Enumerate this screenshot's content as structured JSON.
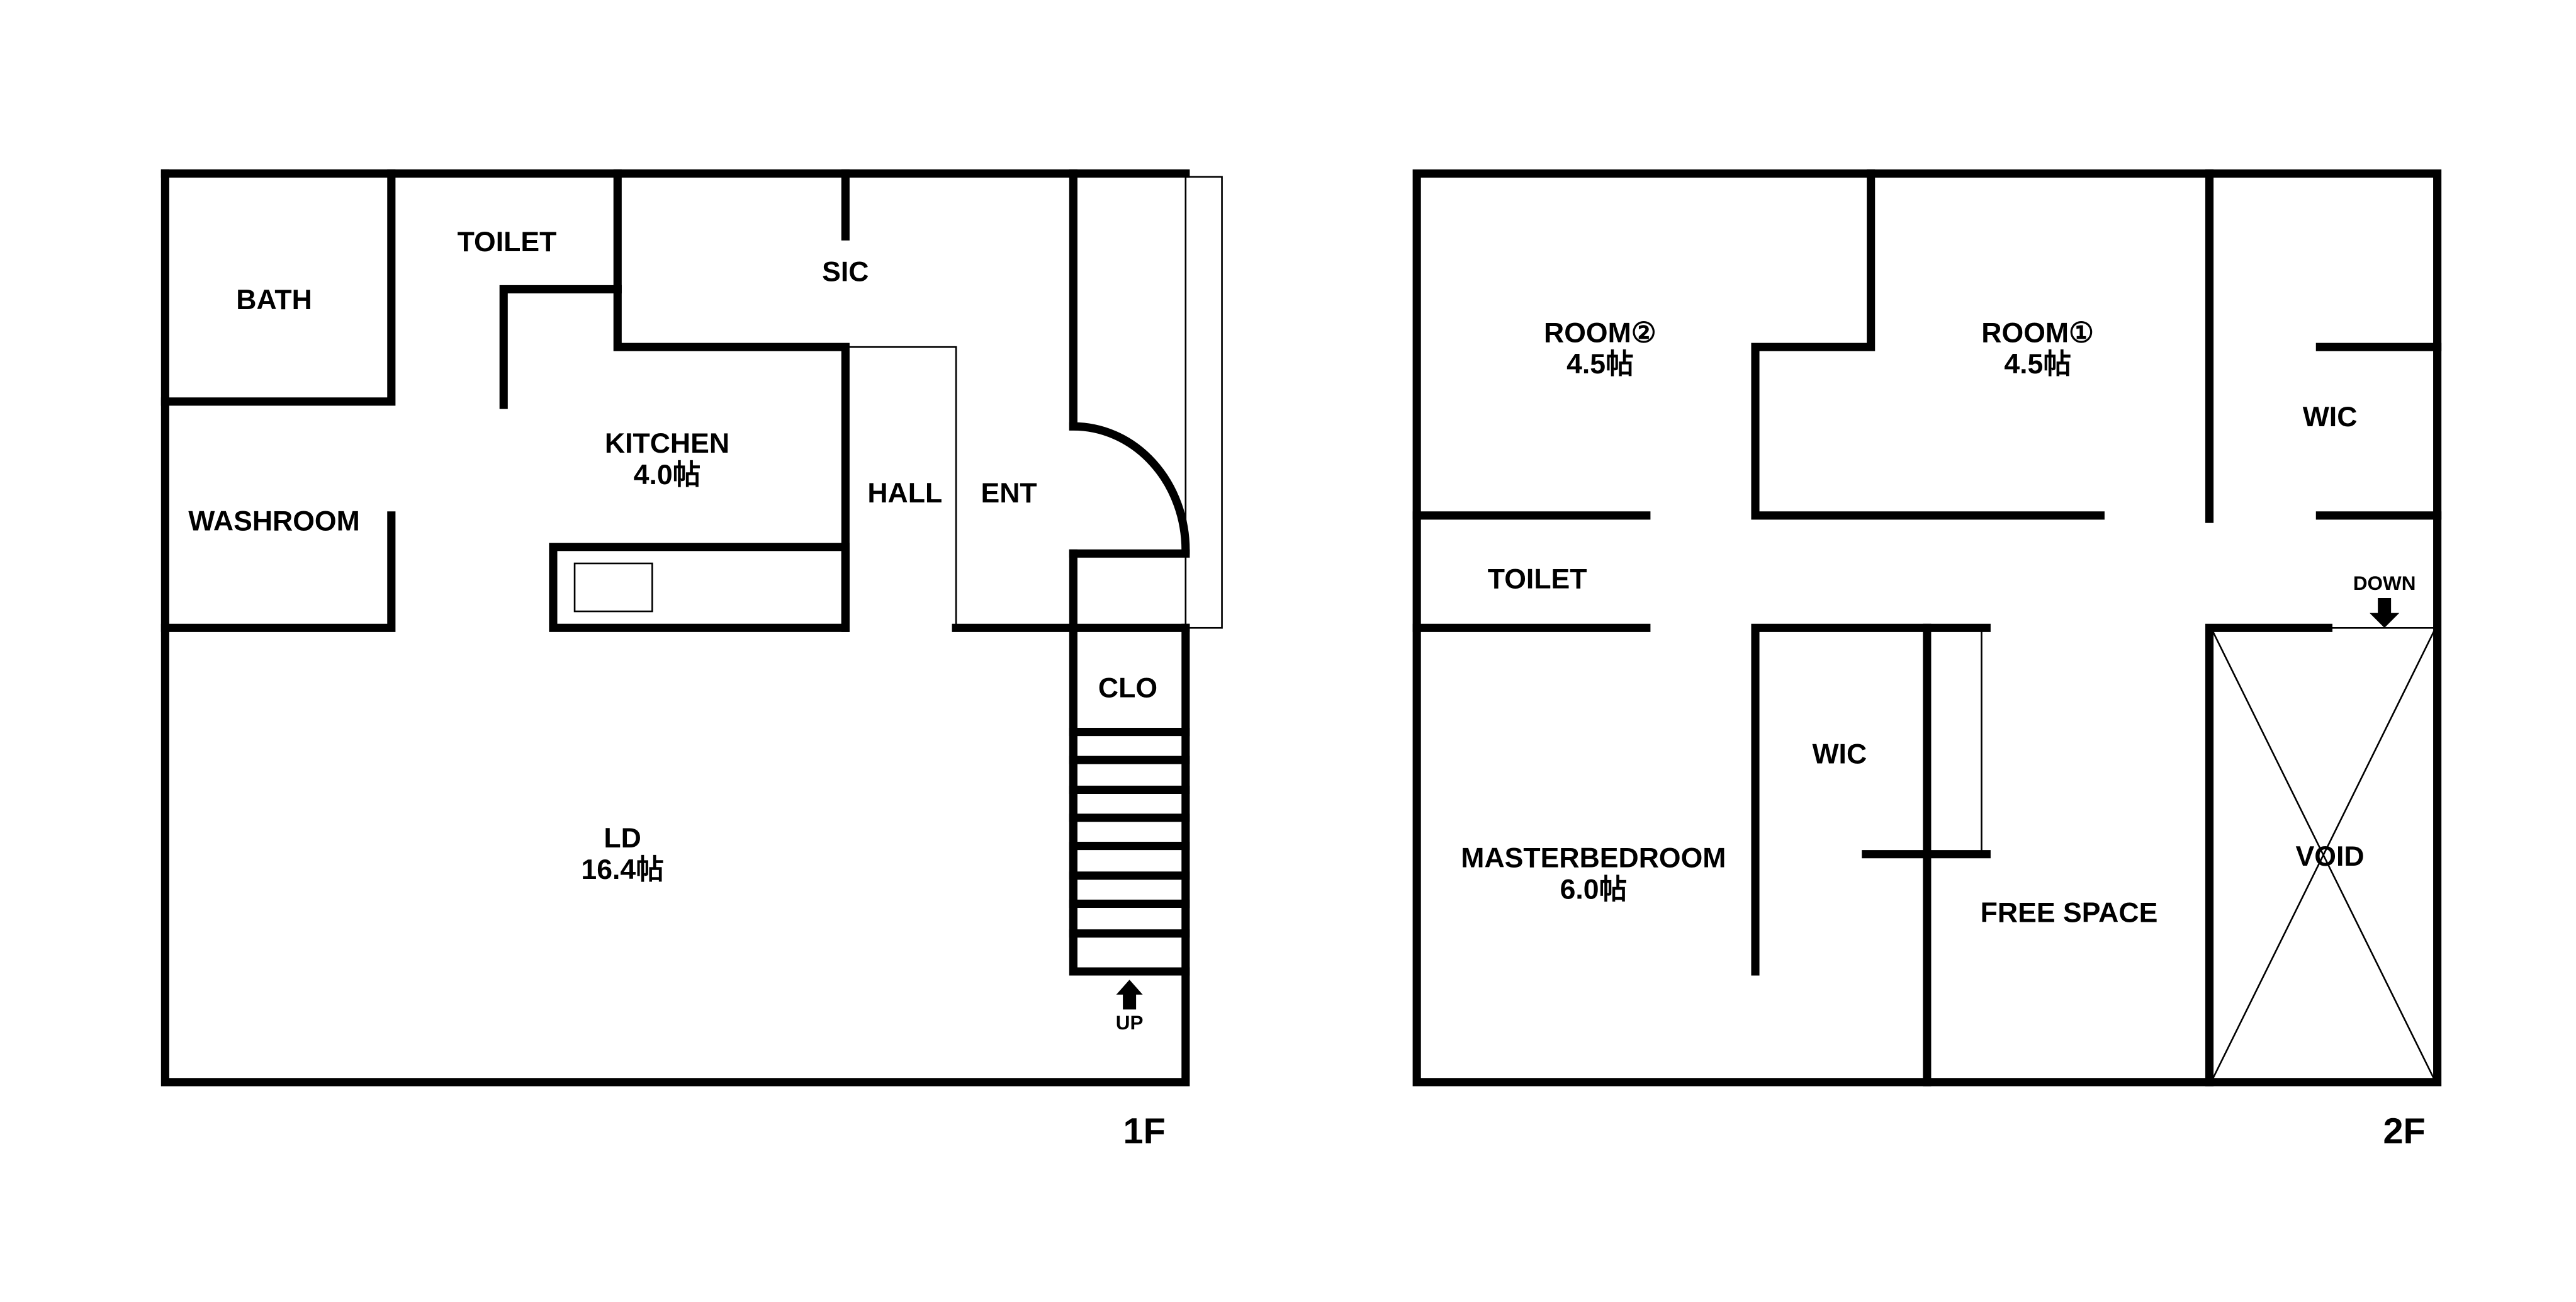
{
  "floor1": {
    "label": "1F",
    "rooms": {
      "bath": "BATH",
      "toilet": "TOILET",
      "sic": "SIC",
      "kitchen": "KITCHEN",
      "kitchen_size": "4.0帖",
      "washroom": "WASHROOM",
      "hall": "HALL",
      "ent": "ENT",
      "clo": "CLO",
      "ld": "LD",
      "ld_size": "16.4帖"
    },
    "stairs_label": "UP"
  },
  "floor2": {
    "label": "2F",
    "rooms": {
      "room2": "ROOM②",
      "room2_size": "4.5帖",
      "room1": "ROOM①",
      "room1_size": "4.5帖",
      "wic_top": "WIC",
      "toilet": "TOILET",
      "wic_bottom": "WIC",
      "master": "MASTERBEDROOM",
      "master_size": "6.0帖",
      "free_space": "FREE SPACE",
      "void": "VOID"
    },
    "stairs_label": "DOWN"
  },
  "colors": {
    "wall": "#000000",
    "background": "#ffffff"
  }
}
